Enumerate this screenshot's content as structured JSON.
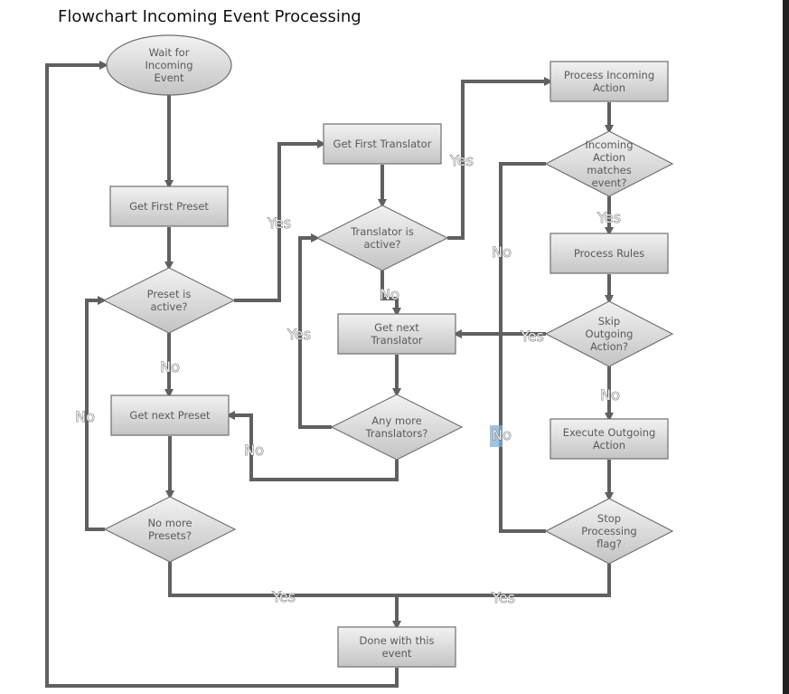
{
  "title": "Flowchart Incoming Event Processing",
  "colors": {
    "edge": "#606060",
    "shape_fill_top": "#f2f2f2",
    "shape_fill_bottom": "#c4c4c4",
    "shape_stroke": "#707070",
    "node_text": "#5a5a5a",
    "label_highlight": "#7fb0d6"
  },
  "nodes": {
    "wait_event": {
      "shape": "ellipse",
      "lines": [
        "Wait for",
        "Incoming",
        "Event"
      ]
    },
    "get_first_preset": {
      "shape": "rect",
      "lines": [
        "Get First Preset"
      ]
    },
    "preset_active": {
      "shape": "diamond",
      "lines": [
        "Preset is",
        "active?"
      ]
    },
    "get_next_preset": {
      "shape": "rect",
      "lines": [
        "Get next Preset"
      ]
    },
    "no_more_presets": {
      "shape": "diamond",
      "lines": [
        "No more",
        "Presets?"
      ]
    },
    "get_first_translator": {
      "shape": "rect",
      "lines": [
        "Get First Translator"
      ]
    },
    "translator_active": {
      "shape": "diamond",
      "lines": [
        "Translator is",
        "active?"
      ]
    },
    "get_next_translator": {
      "shape": "rect",
      "lines": [
        "Get next",
        "Translator"
      ]
    },
    "any_more_translators": {
      "shape": "diamond",
      "lines": [
        "Any more",
        "Translators?"
      ]
    },
    "process_incoming_action": {
      "shape": "rect",
      "lines": [
        "Process Incoming",
        "Action"
      ]
    },
    "incoming_action_matches": {
      "shape": "diamond",
      "lines": [
        "Incoming",
        "Action",
        "matches",
        "event?"
      ]
    },
    "process_rules": {
      "shape": "rect",
      "lines": [
        "Process Rules"
      ]
    },
    "skip_outgoing": {
      "shape": "diamond",
      "lines": [
        "Skip",
        "Outgoing",
        "Action?"
      ]
    },
    "execute_outgoing": {
      "shape": "rect",
      "lines": [
        "Execute Outgoing",
        "Action"
      ]
    },
    "stop_processing": {
      "shape": "diamond",
      "lines": [
        "Stop",
        "Processing",
        "flag?"
      ]
    },
    "done_event": {
      "shape": "rect",
      "lines": [
        "Done with this",
        "event"
      ]
    }
  },
  "edges": [
    {
      "from": "wait_event",
      "to": "get_first_preset",
      "label": ""
    },
    {
      "from": "get_first_preset",
      "to": "preset_active",
      "label": ""
    },
    {
      "from": "preset_active",
      "to": "get_first_translator",
      "label": "Yes"
    },
    {
      "from": "preset_active",
      "to": "get_next_preset",
      "label": "No"
    },
    {
      "from": "get_next_preset",
      "to": "no_more_presets",
      "label": ""
    },
    {
      "from": "no_more_presets",
      "to": "preset_active",
      "label": "No"
    },
    {
      "from": "no_more_presets",
      "to": "done_event",
      "label": "Yes"
    },
    {
      "from": "get_first_translator",
      "to": "translator_active",
      "label": ""
    },
    {
      "from": "translator_active",
      "to": "process_incoming_action",
      "label": "Yes"
    },
    {
      "from": "translator_active",
      "to": "get_next_translator",
      "label": "No"
    },
    {
      "from": "get_next_translator",
      "to": "any_more_translators",
      "label": ""
    },
    {
      "from": "any_more_translators",
      "to": "translator_active",
      "label": "Yes"
    },
    {
      "from": "any_more_translators",
      "to": "get_next_preset",
      "label": "No"
    },
    {
      "from": "process_incoming_action",
      "to": "incoming_action_matches",
      "label": ""
    },
    {
      "from": "incoming_action_matches",
      "to": "process_rules",
      "label": "Yes"
    },
    {
      "from": "incoming_action_matches",
      "to": "get_next_translator",
      "label": "No"
    },
    {
      "from": "process_rules",
      "to": "skip_outgoing",
      "label": ""
    },
    {
      "from": "skip_outgoing",
      "to": "get_next_translator",
      "label": "Yes"
    },
    {
      "from": "skip_outgoing",
      "to": "execute_outgoing",
      "label": "No"
    },
    {
      "from": "execute_outgoing",
      "to": "stop_processing",
      "label": ""
    },
    {
      "from": "stop_processing",
      "to": "get_next_translator",
      "label": "No",
      "highlighted": true
    },
    {
      "from": "stop_processing",
      "to": "done_event",
      "label": "Yes"
    },
    {
      "from": "done_event",
      "to": "wait_event",
      "label": ""
    }
  ]
}
